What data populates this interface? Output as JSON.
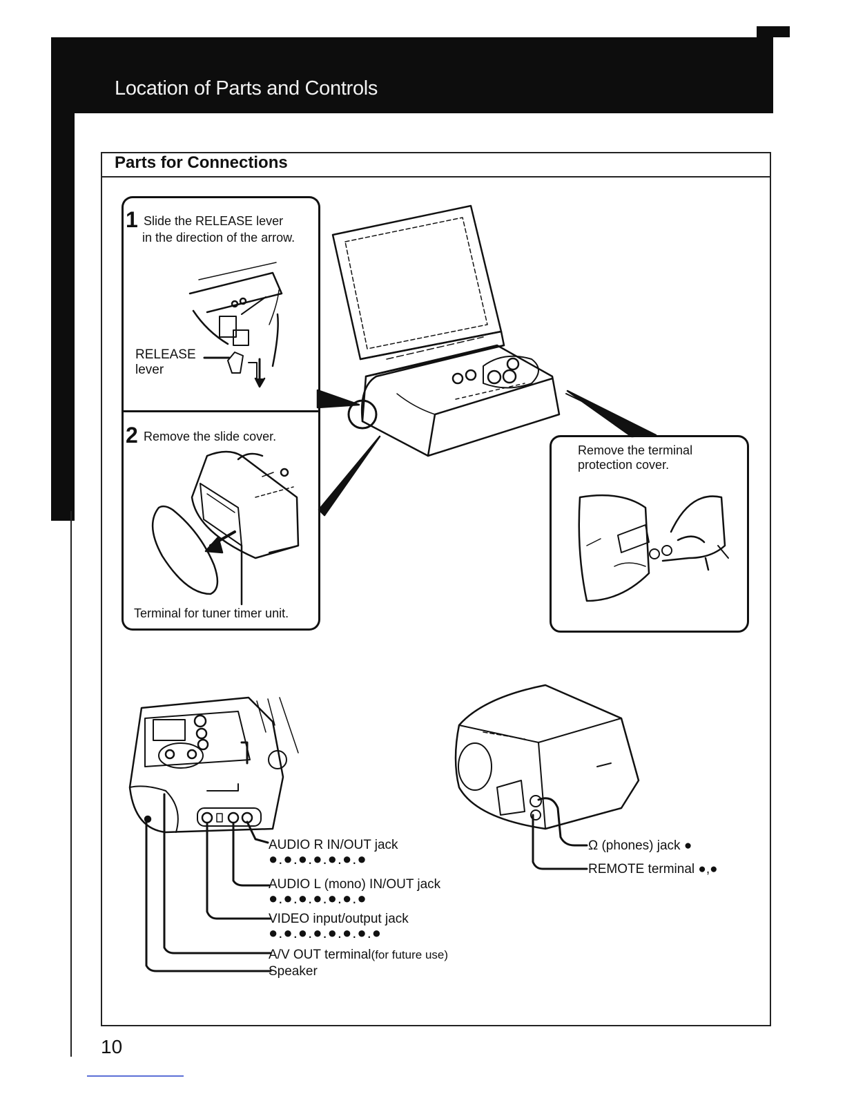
{
  "header": {
    "title": "Location of Parts and Controls"
  },
  "section": {
    "title": "Parts for Connections"
  },
  "step1": {
    "number": "1",
    "line1": "Slide the RELEASE lever",
    "line2": "in the direction of the arrow.",
    "release_label_1": "RELEASE",
    "release_label_2": "lever"
  },
  "step2": {
    "number": "2",
    "instruction": "Remove the slide cover.",
    "terminal_label": "Terminal for tuner timer unit."
  },
  "terminal_panel": {
    "line1": "Remove the terminal",
    "line2": "protection cover."
  },
  "left_labels": {
    "audio_r": "AUDIO R IN/OUT jack",
    "audio_r_dots": "●.●.●.●.●.●.●",
    "audio_l": "AUDIO L (mono) IN/OUT jack",
    "audio_l_dots": "●.●.●.●.●.●.●",
    "video": "VIDEO input/output jack",
    "video_dots": "●.●.●.●.●.●.●.●",
    "av_out": "A/V OUT terminal",
    "av_out_note": "(for future use)",
    "speaker": "Speaker"
  },
  "right_labels": {
    "phones": "Ω (phones) jack ●",
    "remote": "REMOTE terminal ●,●"
  },
  "footer": {
    "page_number": "10"
  },
  "icons": [
    "device-open-screen-illustration",
    "release-lever-illustration",
    "slide-cover-illustration",
    "terminal-cover-illustration",
    "device-left-side-illustration",
    "device-right-side-illustration"
  ]
}
